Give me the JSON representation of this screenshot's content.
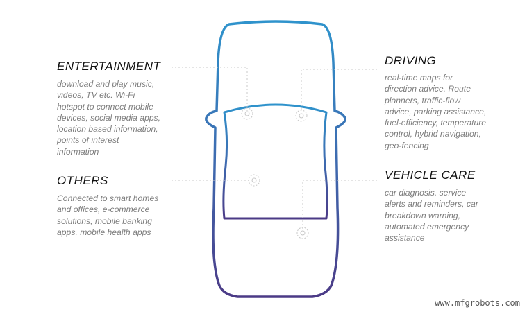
{
  "sections": {
    "entertainment": {
      "title": "ENTERTAINMENT",
      "text": "download and play music,\nvideos, TV etc. Wi-Fi\nhotspot to connect mobile\ndevices, social media apps,\nlocation based information,\npoints of interest\ninformation"
    },
    "others": {
      "title": "OTHERS",
      "text": "Connected to smart homes\nand offices, e-commerce\nsolutions, mobile banking\napps, mobile health apps"
    },
    "driving": {
      "title": "DRIVING",
      "text": "real-time maps for\ndirection advice. Route\nplanners, traffic-flow\nadvice, parking assistance,\nfuel-efficiency, temperature\ncontrol, hybrid navigation,\ngeo-fencing"
    },
    "vehicle_care": {
      "title": "VEHICLE CARE",
      "text": "car diagnosis, service\nalerts and reminders, car\nbreakdown warning,\nautomated emergency\nassistance"
    }
  },
  "watermark": "www.mfgrobots.com",
  "colors": {
    "car_top": "#2f93cc",
    "car_bottom": "#4b3a86",
    "connector": "#c8c8c8"
  }
}
